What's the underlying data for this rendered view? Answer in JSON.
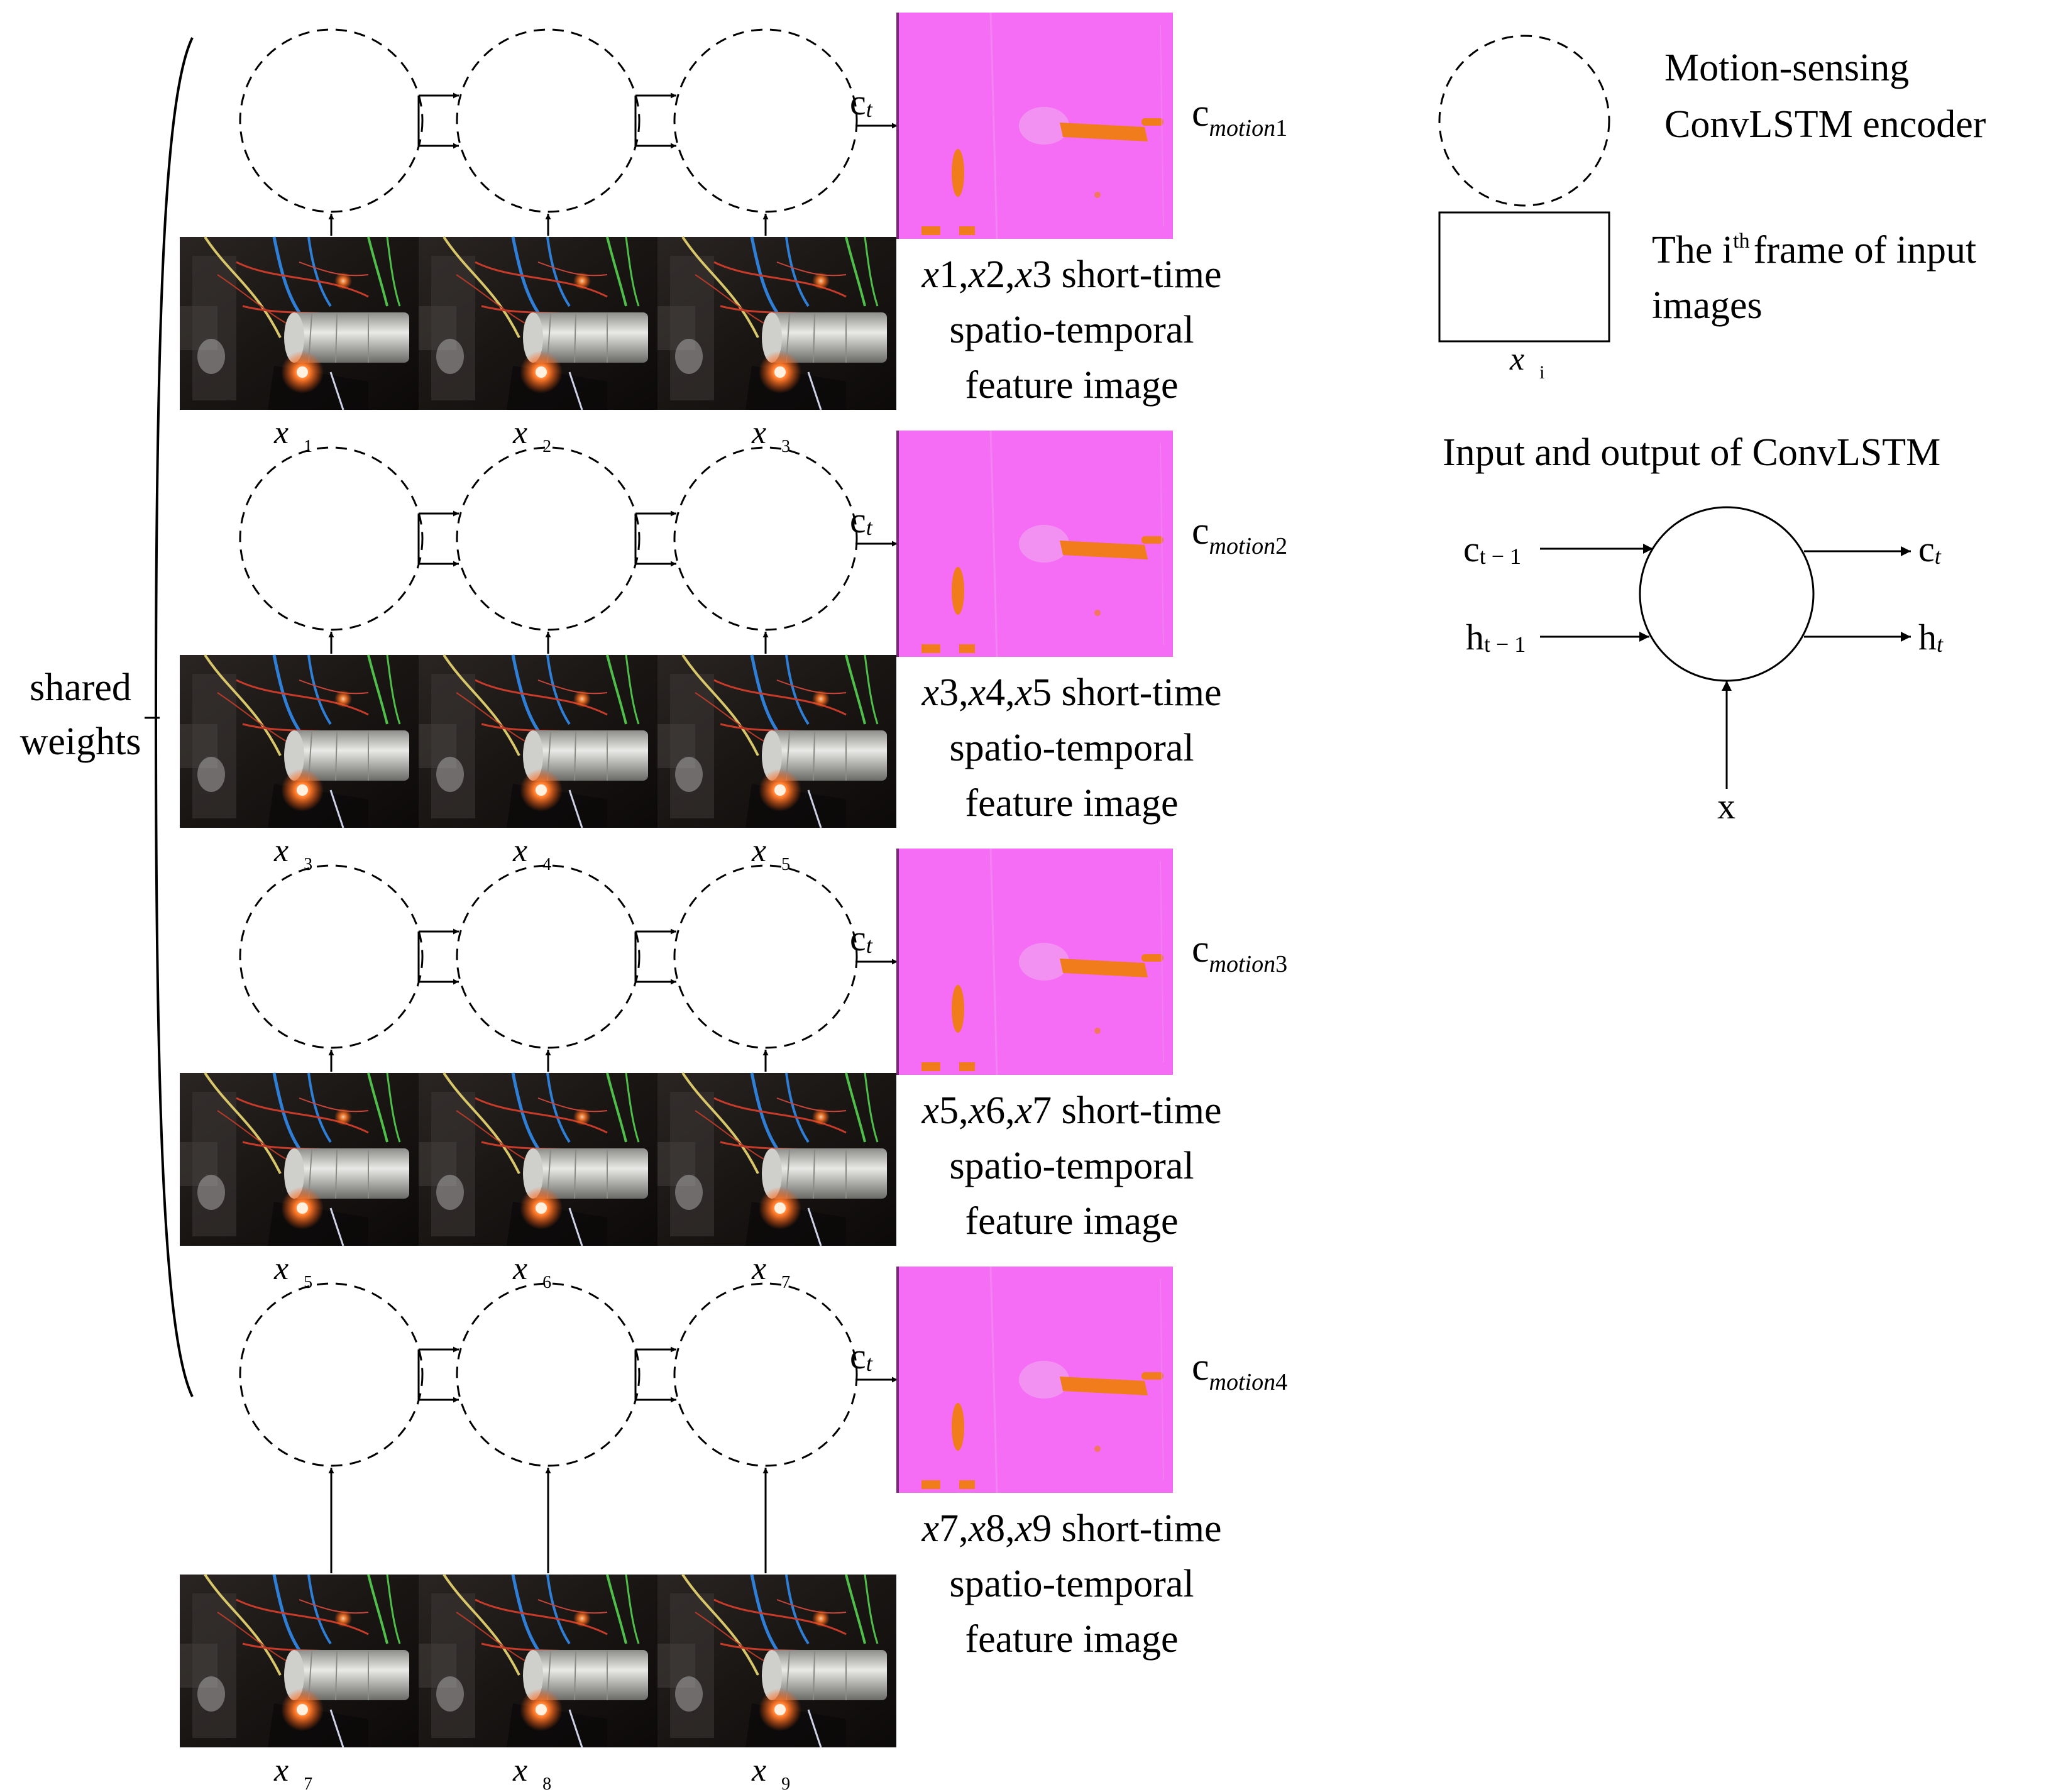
{
  "shared_weights": [
    "shared",
    "weights"
  ],
  "ct_label": {
    "base": "c",
    "sub": "t"
  },
  "rows": [
    {
      "frames": [
        {
          "b": "x",
          "s": "1"
        },
        {
          "b": "x",
          "s": "2"
        },
        {
          "b": "x",
          "s": "3"
        }
      ],
      "output": {
        "base": "c",
        "sub": "motion",
        "num": "1"
      },
      "caption": [
        "x1,x2,x3 short-time",
        "spatio-temporal",
        "feature image"
      ]
    },
    {
      "frames": [
        {
          "b": "x",
          "s": "3"
        },
        {
          "b": "x",
          "s": "4"
        },
        {
          "b": "x",
          "s": "5"
        }
      ],
      "output": {
        "base": "c",
        "sub": "motion",
        "num": "2"
      },
      "caption": [
        "x3,x4,x5 short-time",
        "spatio-temporal",
        "feature image"
      ]
    },
    {
      "frames": [
        {
          "b": "x",
          "s": "5"
        },
        {
          "b": "x",
          "s": "6"
        },
        {
          "b": "x",
          "s": "7"
        }
      ],
      "output": {
        "base": "c",
        "sub": "motion",
        "num": "3"
      },
      "caption": [
        "x5,x6,x7 short-time",
        "spatio-temporal",
        "feature image"
      ]
    },
    {
      "frames": [
        {
          "b": "x",
          "s": "7"
        },
        {
          "b": "x",
          "s": "8"
        },
        {
          "b": "x",
          "s": "9"
        }
      ],
      "output": {
        "base": "c",
        "sub": "motion",
        "num": "4"
      },
      "caption": [
        "x7,x8,x9 short-time",
        "spatio-temporal",
        "feature image"
      ]
    }
  ],
  "legend": {
    "encoder": [
      "Motion-sensing",
      "ConvLSTM encoder"
    ],
    "frame": {
      "line1_pre": "The i",
      "line1_sup": "th",
      "line1_post": "frame of input",
      "line2": "images",
      "label_base": "x",
      "label_sub": "i"
    },
    "io_title": "Input and output of ConvLSTM",
    "io": {
      "c_prev": {
        "b": "c",
        "s": "t − 1"
      },
      "h_prev": {
        "b": "h",
        "s": "t − 1"
      },
      "c_out": {
        "b": "c",
        "s": "t"
      },
      "h_out": {
        "b": "h",
        "s": "t"
      },
      "x": "x"
    }
  },
  "colors": {
    "feature_bg": "#f56cf5",
    "feature_blob": "#f07c1c",
    "feature_tint": "#9a90f0"
  }
}
